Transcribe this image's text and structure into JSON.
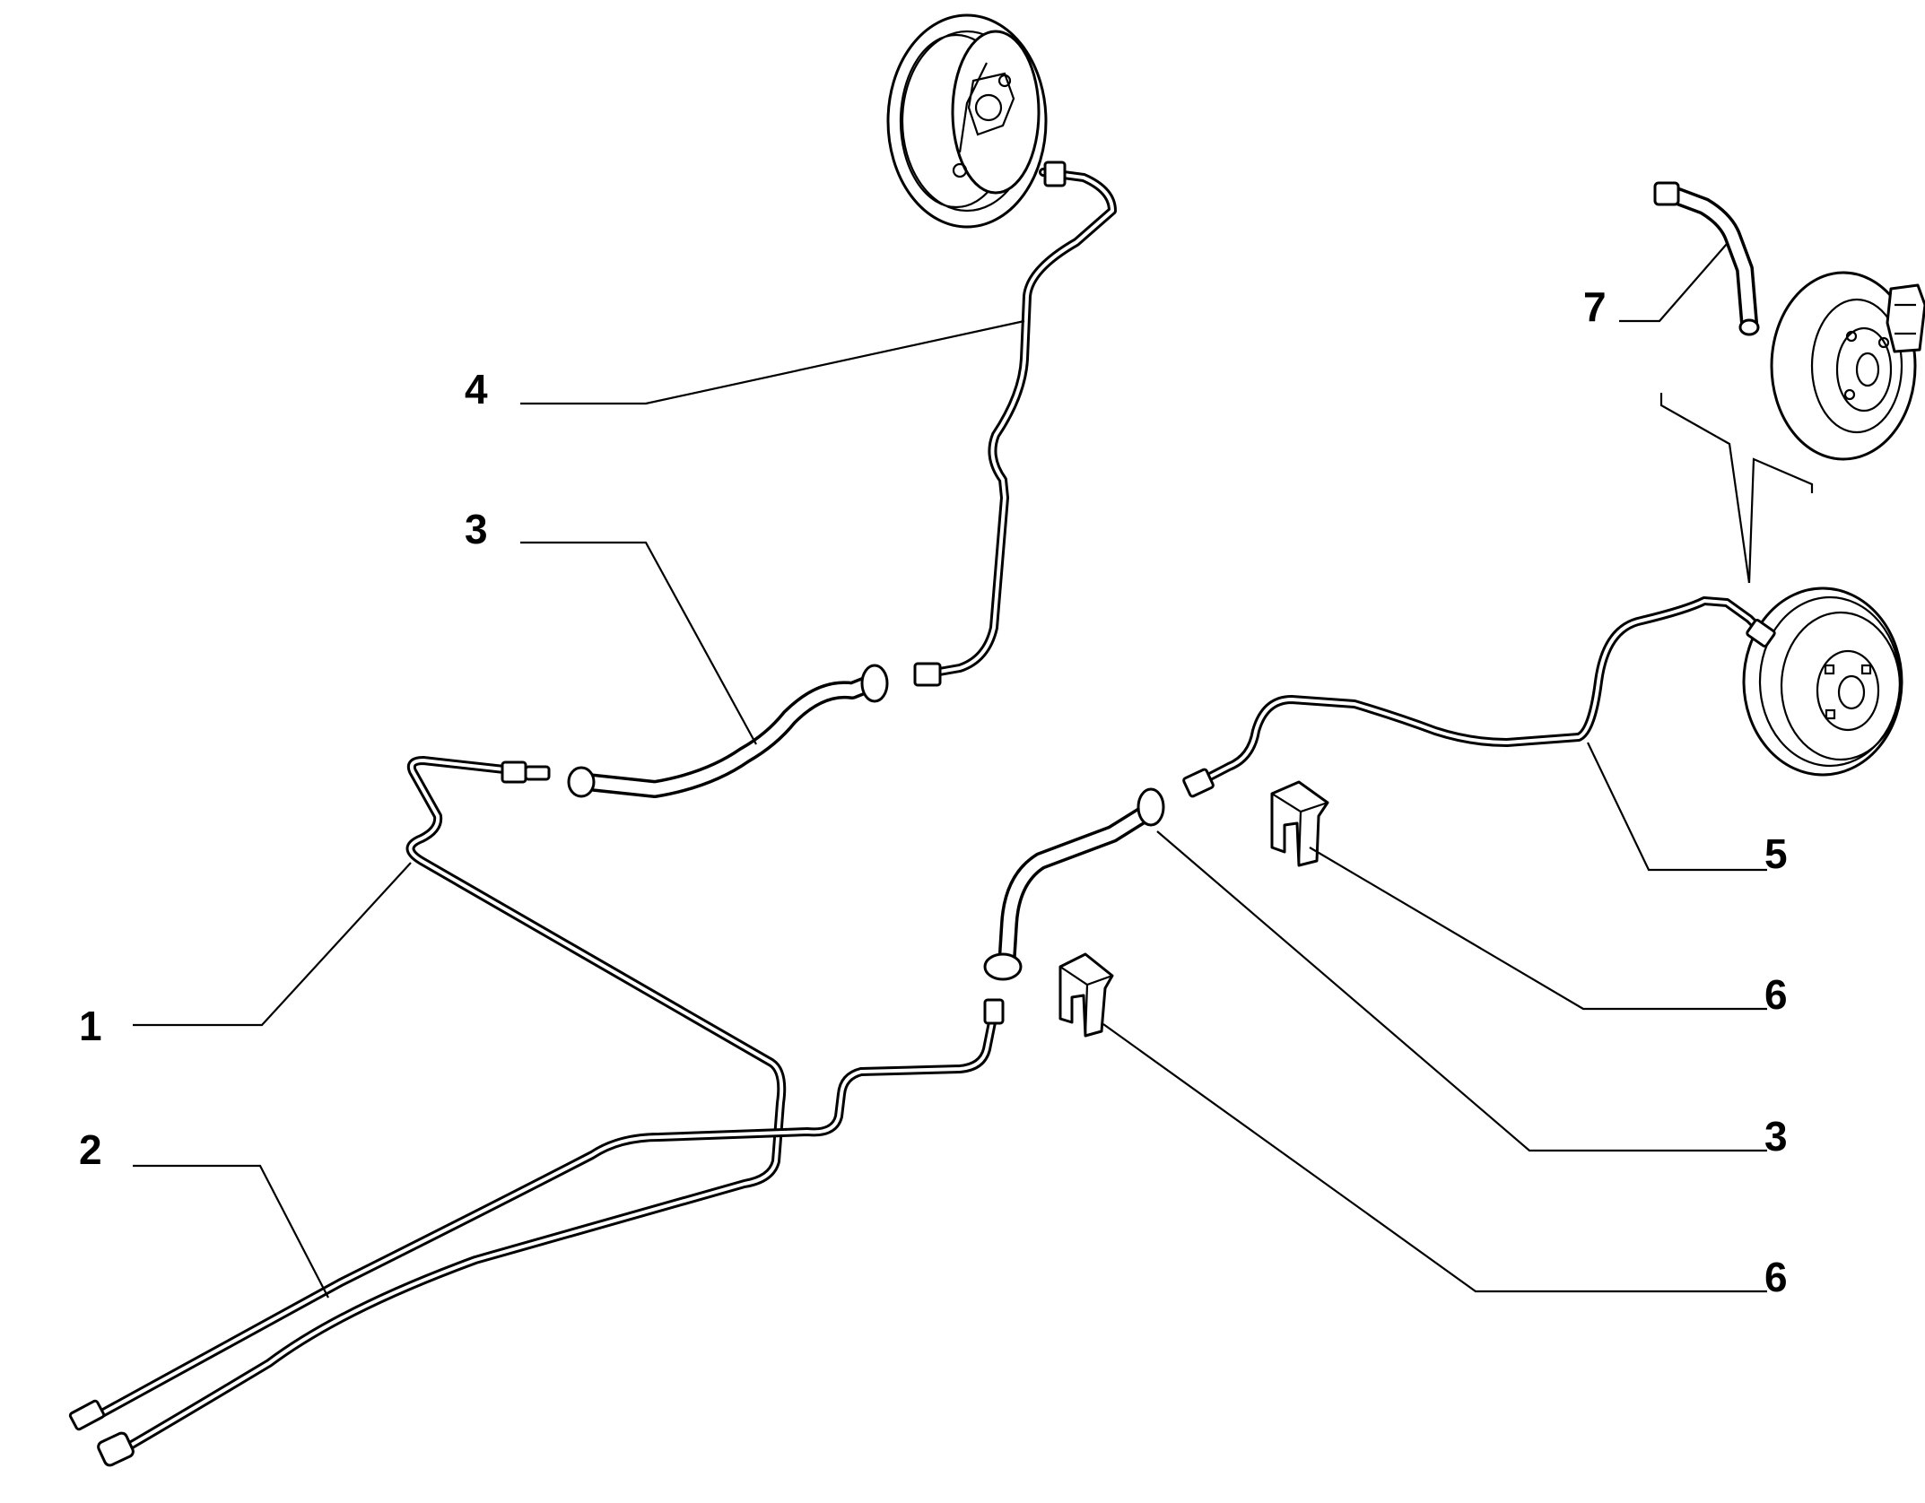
{
  "callouts": {
    "c1": "1",
    "c2": "2",
    "c3a": "3",
    "c3b": "3",
    "c4": "4",
    "c5": "5",
    "c6a": "6",
    "c6b": "6",
    "c7": "7"
  },
  "parts": [
    {
      "ref": "1",
      "kind": "brake-pipe-front-left"
    },
    {
      "ref": "2",
      "kind": "brake-pipe-rear"
    },
    {
      "ref": "3",
      "kind": "flexible-brake-hose"
    },
    {
      "ref": "4",
      "kind": "brake-pipe-front"
    },
    {
      "ref": "5",
      "kind": "brake-pipe-rear-right"
    },
    {
      "ref": "6",
      "kind": "hose-retaining-clip"
    },
    {
      "ref": "7",
      "kind": "flexible-brake-hose-disc-variant"
    }
  ]
}
